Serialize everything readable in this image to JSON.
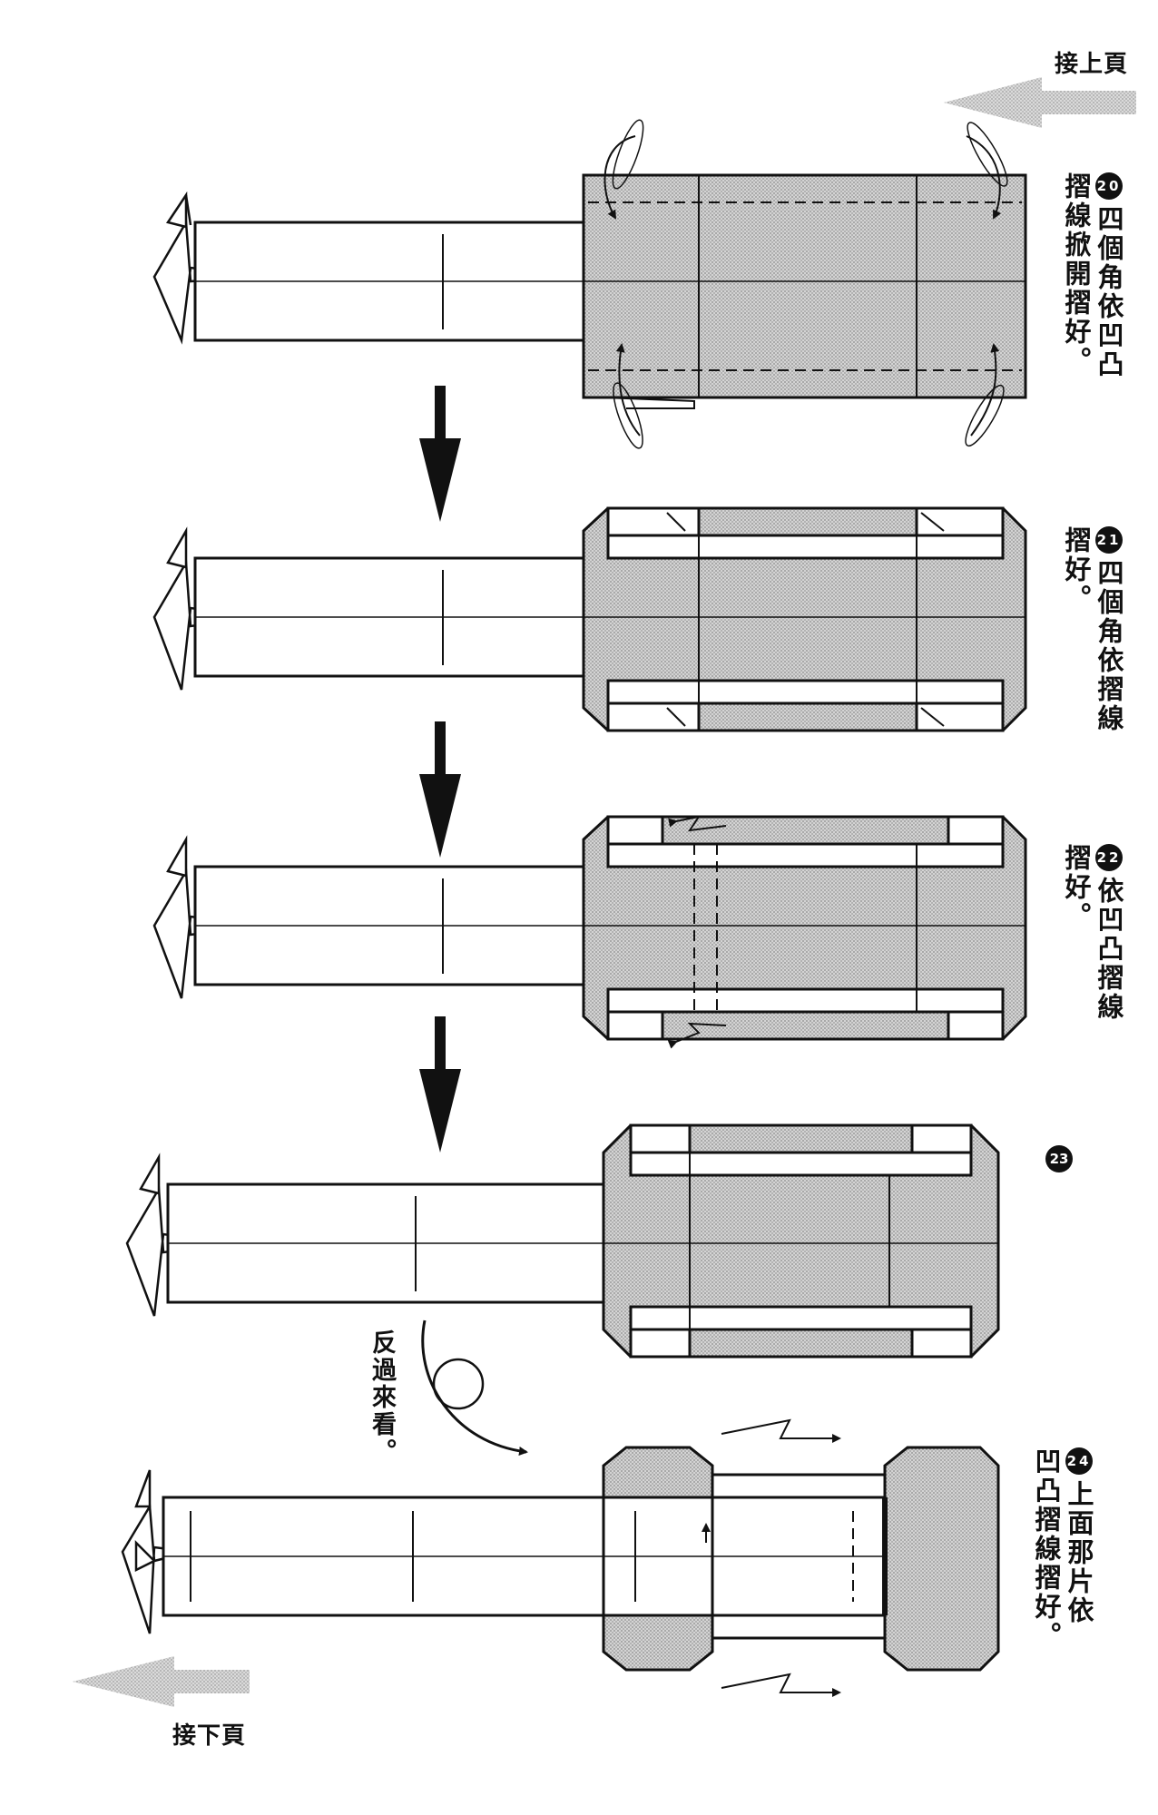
{
  "nav": {
    "prev_page": "接上頁",
    "next_page": "接下頁"
  },
  "steps": [
    {
      "number": "20",
      "lines": [
        "四個角依凹凸",
        "摺線掀開摺好。"
      ]
    },
    {
      "number": "21",
      "lines": [
        "四個角依摺線",
        "摺好。"
      ]
    },
    {
      "number": "22",
      "lines": [
        "依凹凸摺線",
        "摺好。"
      ]
    },
    {
      "number": "23",
      "lines": []
    },
    {
      "number": "24",
      "lines": [
        "上面那片依",
        "凹凸摺線摺好。"
      ]
    }
  ],
  "flip_note": "反過來看。",
  "colors": {
    "ink": "#111111",
    "shade": "#c8c8c8",
    "nav_arrow": "#bdbdbd"
  }
}
